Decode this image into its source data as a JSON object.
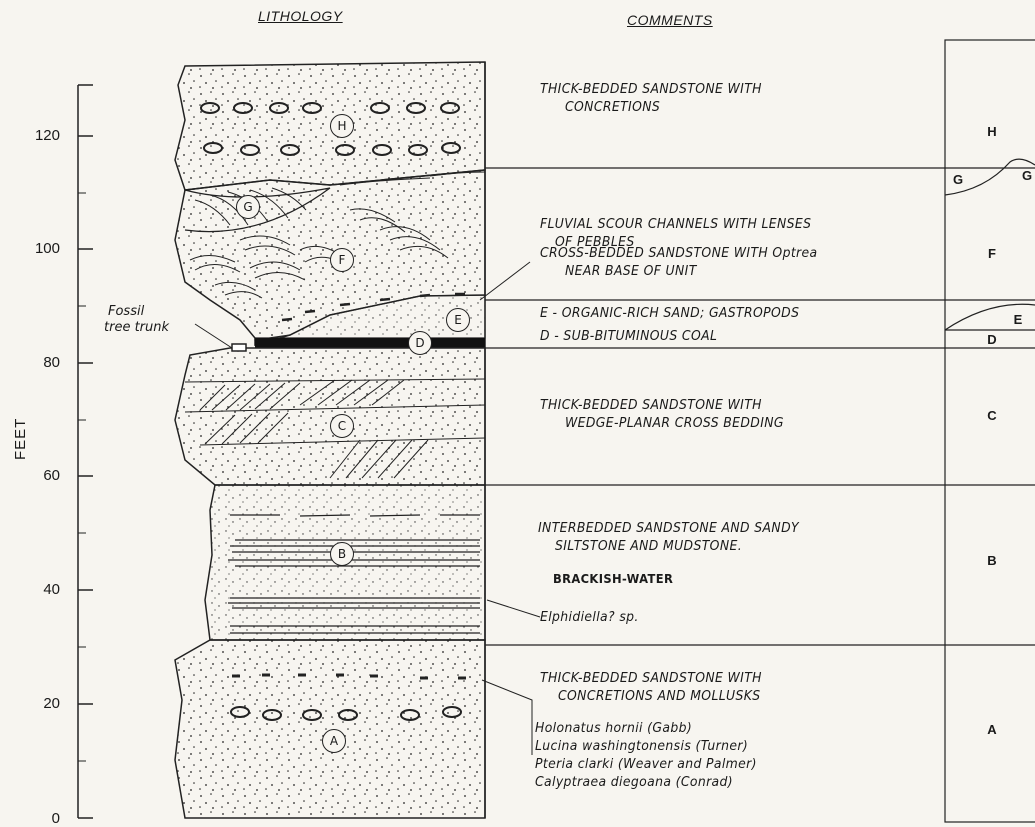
{
  "headers": {
    "lithology": "LITHOLOGY",
    "comments": "COMMENTS"
  },
  "axis": {
    "title": "FEET",
    "ticks": [
      "0",
      "20",
      "40",
      "60",
      "80",
      "100",
      "120"
    ]
  },
  "fossil_label": [
    "Fossil",
    "tree trunk"
  ],
  "units": {
    "H": {
      "label": "H",
      "comments": [
        "THICK-BEDDED SANDSTONE WITH",
        "CONCRETIONS"
      ]
    },
    "G": {
      "label": "G"
    },
    "F": {
      "label": "F",
      "comments": [
        "FLUVIAL SCOUR CHANNELS WITH LENSES",
        "OF PEBBLES",
        "CROSS-BEDDED SANDSTONE WITH Optrea",
        "NEAR BASE OF UNIT"
      ]
    },
    "E": {
      "label": "E",
      "comments": [
        "E - ORGANIC-RICH SAND; GASTROPODS"
      ]
    },
    "D": {
      "label": "D",
      "comments": [
        "D - SUB-BITUMINOUS COAL"
      ]
    },
    "C": {
      "label": "C",
      "comments": [
        "THICK-BEDDED SANDSTONE WITH",
        "WEDGE-PLANAR CROSS BEDDING"
      ]
    },
    "B": {
      "label": "B",
      "comments": [
        "INTERBEDDED SANDSTONE AND SANDY",
        "SILTSTONE AND MUDSTONE.",
        "BRACKISH-WATER",
        "Elphidiella? sp."
      ]
    },
    "A": {
      "label": "A",
      "comments": [
        "THICK-BEDDED SANDSTONE WITH",
        "CONCRETIONS AND MOLLUSKS",
        "Holonatus hornii (Gabb)",
        "Lucina washingtonensis (Turner)",
        "Pteria clarki (Weaver and Palmer)",
        "Calyptraea diegoana (Conrad)"
      ]
    }
  }
}
